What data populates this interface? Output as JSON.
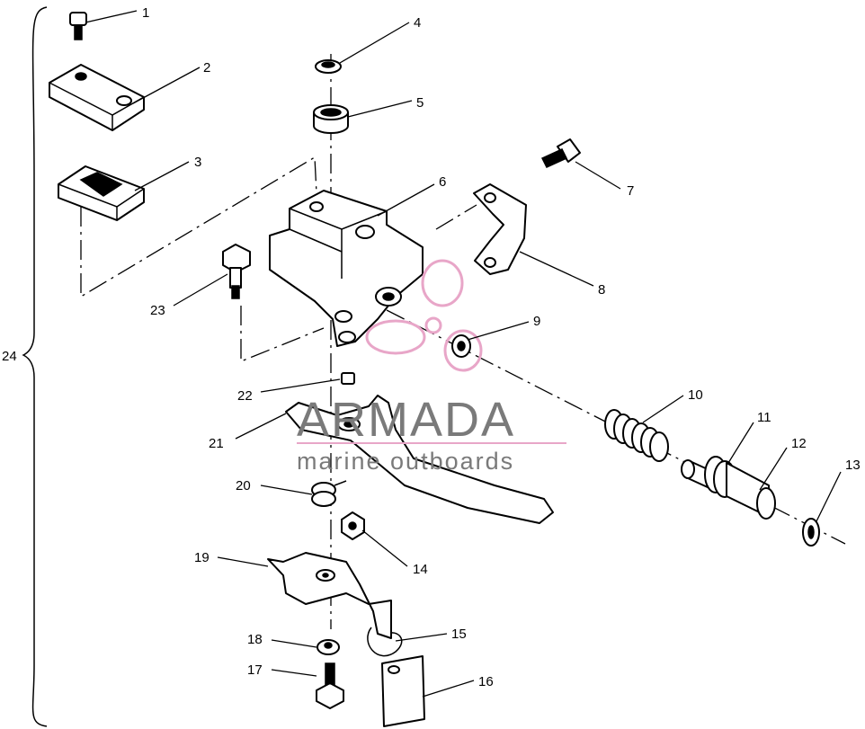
{
  "diagram": {
    "callouts": [
      "1",
      "2",
      "3",
      "4",
      "5",
      "6",
      "7",
      "8",
      "9",
      "10",
      "11",
      "12",
      "13",
      "14",
      "15",
      "16",
      "17",
      "18",
      "19",
      "20",
      "21",
      "22",
      "23",
      "24"
    ]
  },
  "watermark": {
    "brand": "ARMADA",
    "tagline": "marine outboards"
  },
  "colors": {
    "line": "#000000",
    "watermark_text": "#7a7a7a",
    "watermark_logo": "#e8a6c8"
  }
}
